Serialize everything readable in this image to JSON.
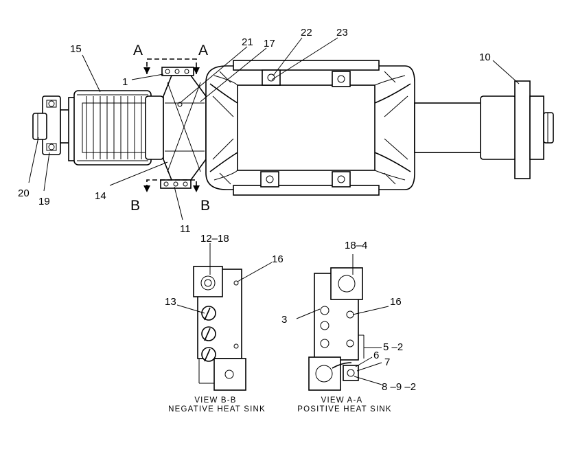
{
  "diagram": {
    "section_markers": {
      "a_left": "A",
      "a_right": "A",
      "b_left": "B",
      "b_right": "B"
    },
    "callouts": {
      "c1": "1",
      "c10": "10",
      "c11": "11",
      "c14": "14",
      "c15": "15",
      "c17": "17",
      "c19": "19",
      "c20": "20",
      "c21": "21",
      "c22": "22",
      "c23": "23"
    },
    "view_bb": {
      "title": "VIEW B-B",
      "subtitle": "NEGATIVE HEAT SINK",
      "callouts": {
        "c12_18": "12–18",
        "c13": "13",
        "c16": "16"
      }
    },
    "view_aa": {
      "title": "VIEW A-A",
      "subtitle": "POSITIVE HEAT SINK",
      "callouts": {
        "c18_4": "18–4",
        "c3": "3",
        "c16": "16",
        "c5_2": "5 –2",
        "c6": "6",
        "c7": "7",
        "c8_9_2": "8 –9 –2"
      }
    }
  }
}
